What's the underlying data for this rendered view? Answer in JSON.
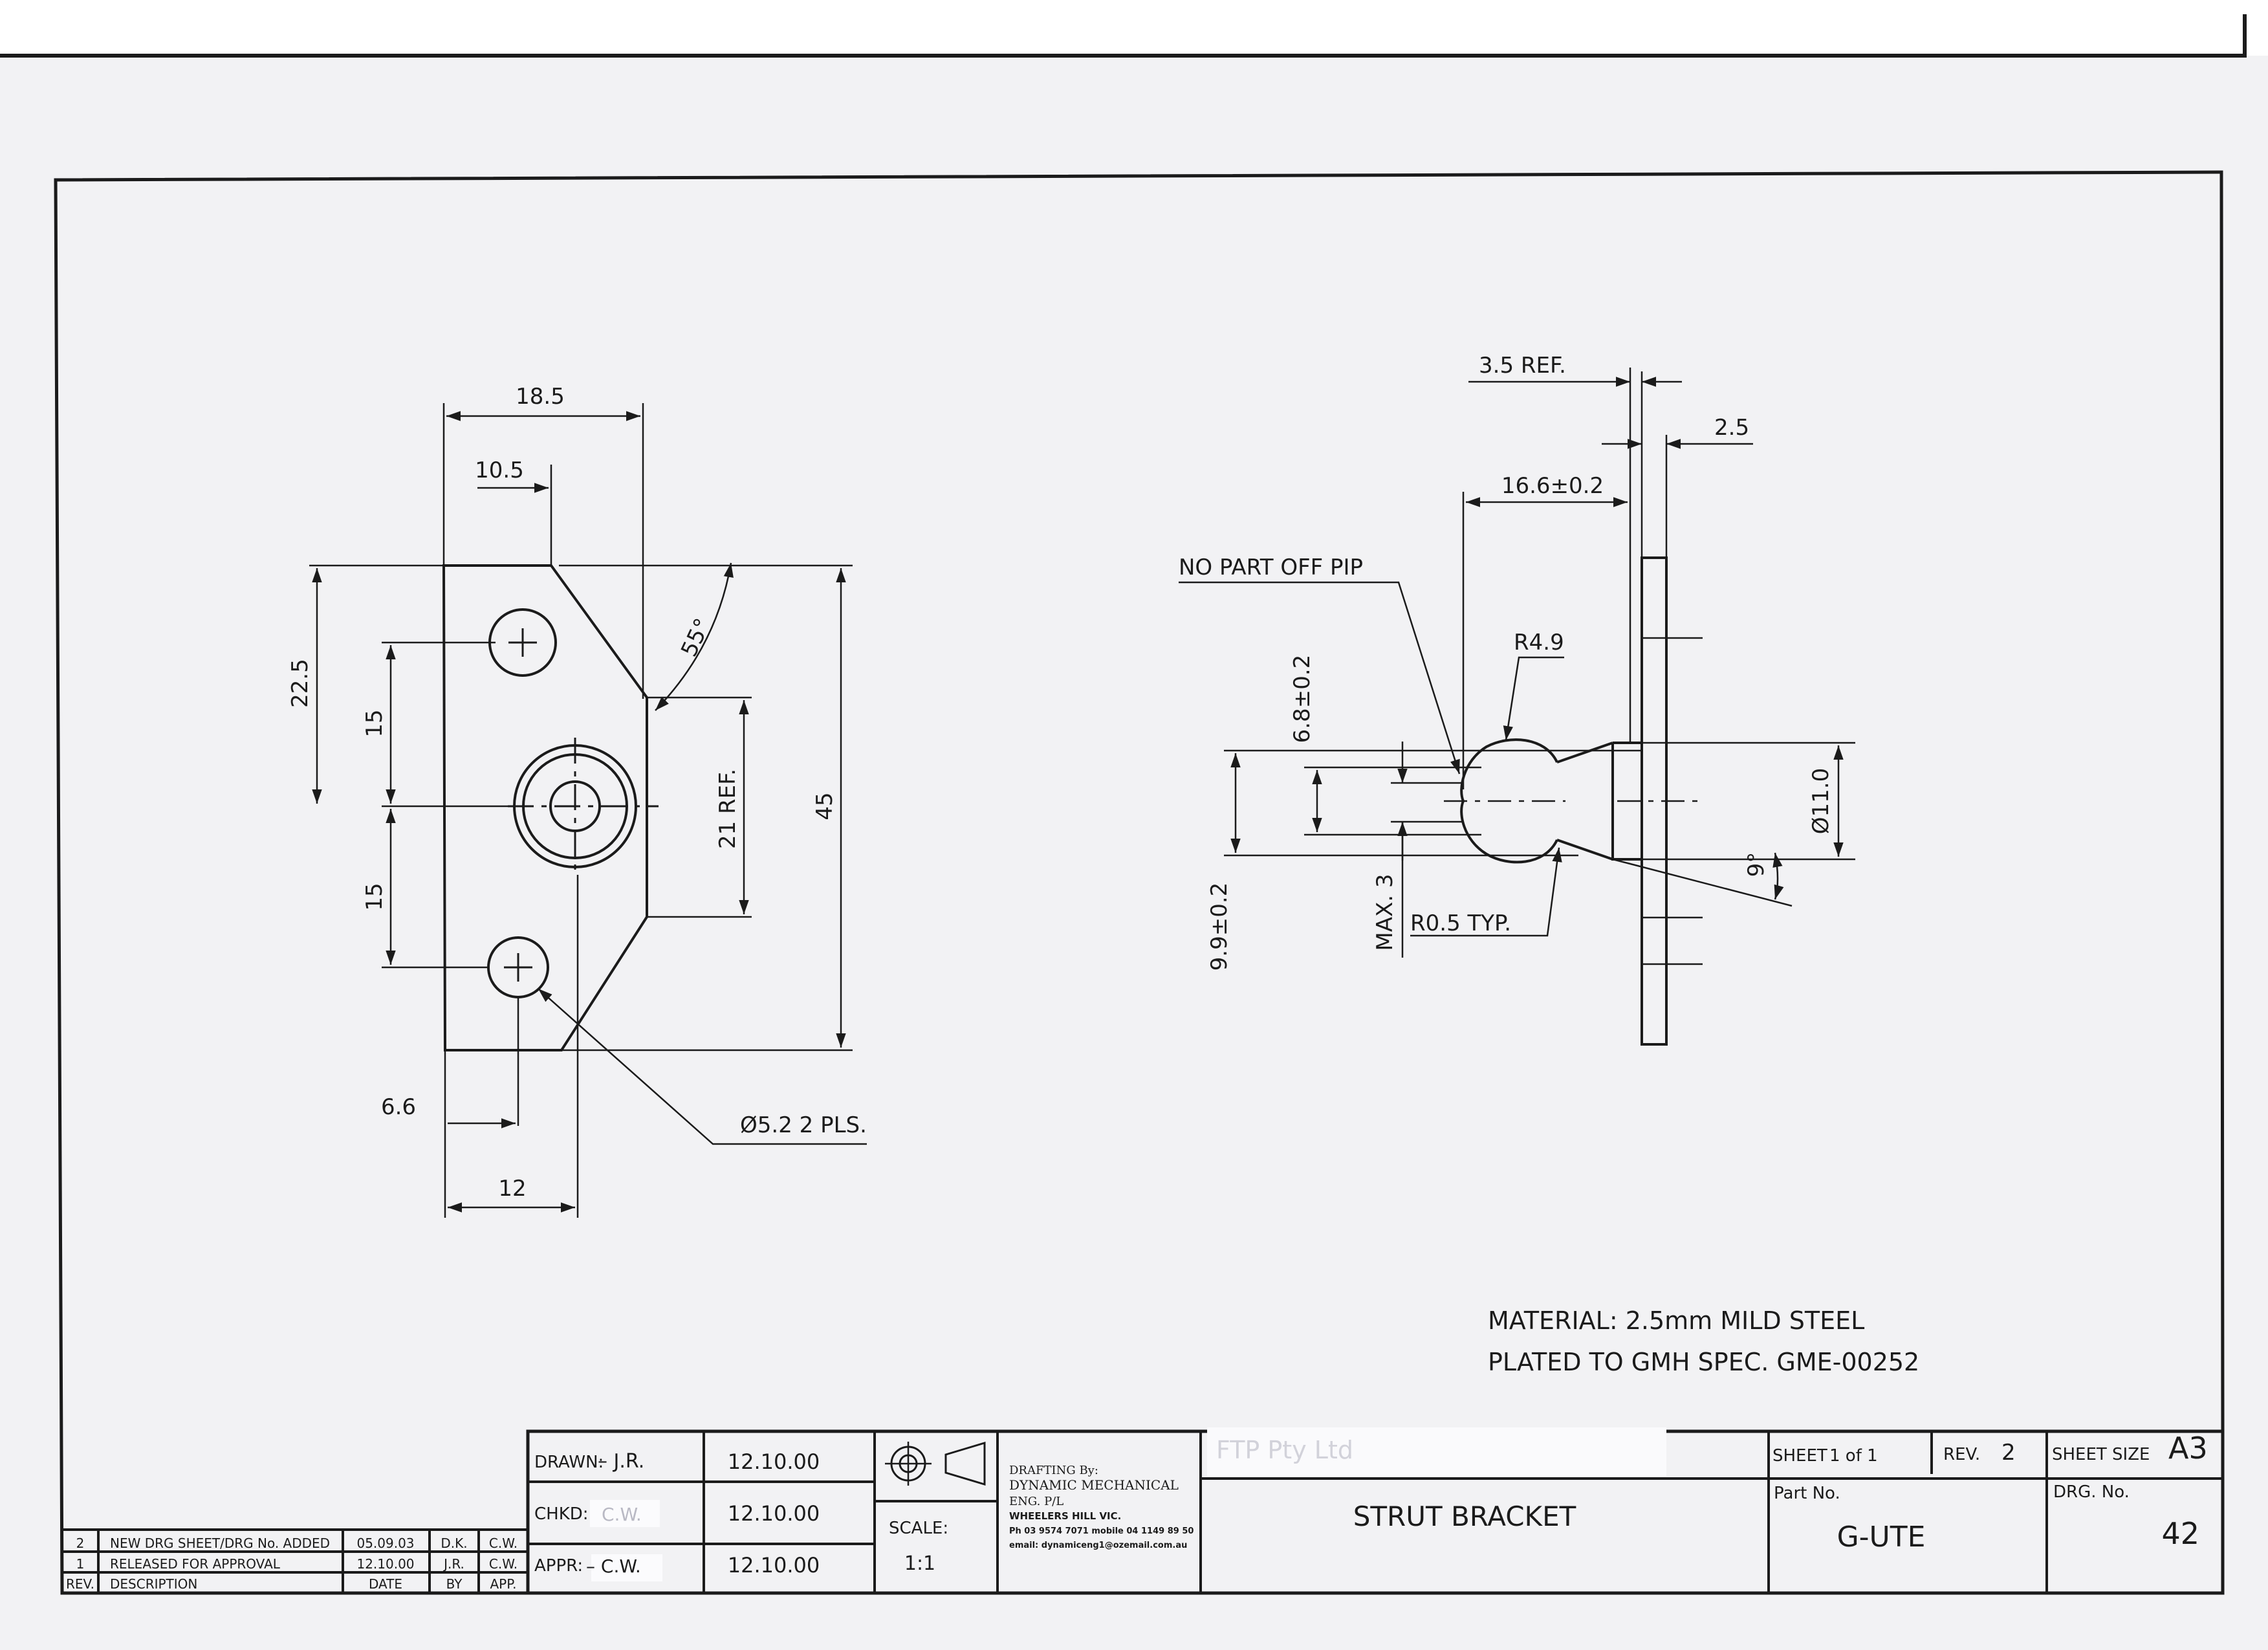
{
  "front_view": {
    "dim_18_5": "18.5",
    "dim_10_5": "10.5",
    "dim_22_5": "22.5",
    "dim_15_upper": "15",
    "dim_15_lower": "15",
    "dim_55deg": "55°",
    "dim_21ref": "21 REF.",
    "dim_45": "45",
    "dim_6_6": "6.6",
    "dim_12": "12",
    "dim_hole": "Ø5.2 2 PLS."
  },
  "side_view": {
    "dim_3_5ref": "3.5 REF.",
    "dim_2_5": "2.5",
    "dim_16_6": "16.6±0.2",
    "note_pip": "NO PART OFF PIP",
    "dim_r4_9": "R4.9",
    "dim_6_8": "6.8±0.2",
    "dim_9_9": "9.9±0.2",
    "dim_max3": "MAX. 3",
    "dim_r0_5": "R0.5 TYP.",
    "dim_dia11": "Ø11.0",
    "dim_9deg": "9°"
  },
  "notes": {
    "material": "MATERIAL: 2.5mm MILD STEEL",
    "plating": "PLATED TO GMH SPEC. GME-00252"
  },
  "title_block": {
    "drawn_label": "DRAWN:",
    "drawn_by": "– J.R.",
    "drawn_date": "12.10.00",
    "chkd_label": "CHKD:",
    "chkd_by": "C.W.",
    "chkd_date": "12.10.00",
    "appr_label": "APPR:",
    "appr_by": "– C.W.",
    "appr_date": "12.10.00",
    "scale_label": "SCALE:",
    "scale_value": "1:1",
    "company_line1": "DRAFTING By:",
    "company_line2": "DYNAMIC MECHANICAL",
    "company_line3": "ENG. P/L",
    "company_line4": "WHEELERS HILL VIC.",
    "company_line5": "Ph 03 9574 7071 mobile 04 1149 89 50",
    "company_line6": "email: dynamiceng1@ozemail.com.au",
    "stamp_text": "FTP Pty Ltd",
    "title": "STRUT BRACKET",
    "sheet_label": "SHEET",
    "sheet_value": "1 of 1",
    "rev_label": "REV.",
    "rev_value": "2",
    "sheet_size_label": "SHEET SIZE",
    "sheet_size_value": "A3",
    "part_no_label": "Part No.",
    "part_no_value": "G-UTE",
    "drg_no_label": "DRG. No.",
    "drg_no_value": "42"
  },
  "revisions": {
    "headers": [
      "REV.",
      "DESCRIPTION",
      "DATE",
      "BY",
      "APP."
    ],
    "rows": [
      {
        "rev": "2",
        "description": "NEW DRG SHEET/DRG No. ADDED",
        "date": "05.09.03",
        "by": "D.K.",
        "app": "C.W."
      },
      {
        "rev": "1",
        "description": "RELEASED FOR APPROVAL",
        "date": "12.10.00",
        "by": "J.R.",
        "app": "C.W."
      }
    ]
  }
}
